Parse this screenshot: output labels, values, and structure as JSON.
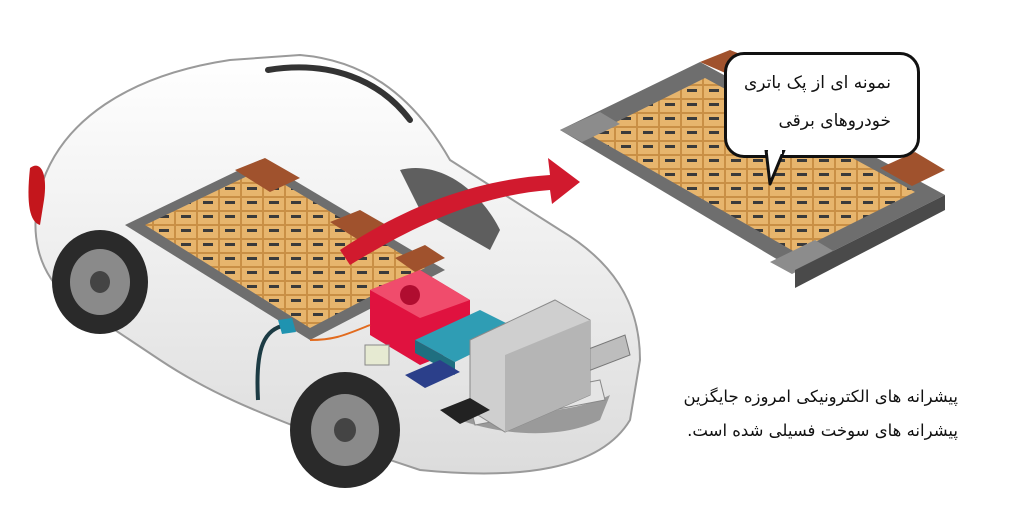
{
  "callout": {
    "line1": "نمونه ای از پک باتری",
    "line2": "خودروهای برقی"
  },
  "caption": {
    "line1": "پیشرانه های الکترونیکی امروزه جایگزین",
    "line2": "پیشرانه های سوخت فسیلی شده است."
  },
  "colors": {
    "car_body": "#f2f2f2",
    "battery_cell": "#e7b56d",
    "battery_frame": "#6e6e6e",
    "battery_end_module": "#a0522d",
    "motor": "#e0123f",
    "arrow": "#d11a2e",
    "inverter": "#2f9db4",
    "radiator": "#cfcfcf"
  },
  "icons": {
    "arrow": "curved-arrow-icon",
    "battery_pack": "battery-pack-icon",
    "electric_car": "electric-car-icon"
  }
}
